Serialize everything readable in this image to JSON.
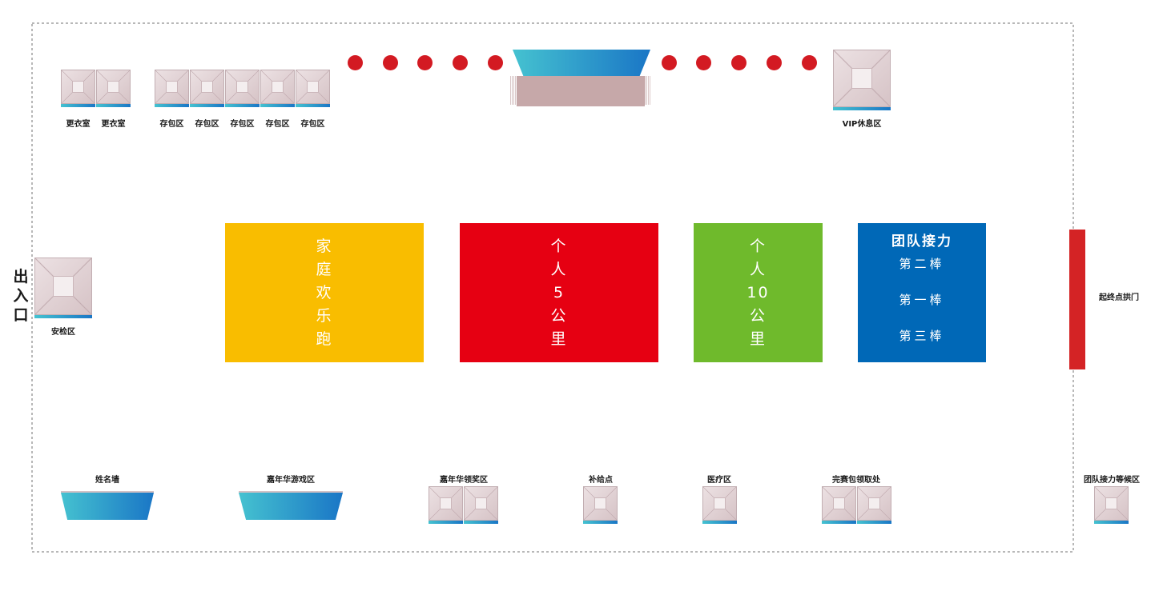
{
  "entrance_label": "出入口",
  "top_zones": {
    "changing_rooms": [
      "更衣室",
      "更衣室"
    ],
    "bag_storage": [
      "存包区",
      "存包区",
      "存包区",
      "存包区",
      "存包区"
    ],
    "vip": "VIP休息区"
  },
  "security": "安检区",
  "race_zones": {
    "family": [
      "家",
      "庭",
      "欢",
      "乐",
      "跑"
    ],
    "individual_5k": [
      "个",
      "人",
      "5",
      "公",
      "里"
    ],
    "individual_10k": [
      "个",
      "人",
      "10",
      "公",
      "里"
    ],
    "team_relay": {
      "title": "团队接力",
      "legs": [
        "第二棒",
        "第一棒",
        "第三棒"
      ]
    }
  },
  "start_finish_arch": "起终点拱门",
  "bottom_zones": {
    "name_wall": "姓名墙",
    "carnival_games": "嘉年华游戏区",
    "carnival_prizes": "嘉年华领奖区",
    "supply_point": "补给点",
    "medical": "医疗区",
    "finisher_pack": "完赛包领取处",
    "relay_waiting": "团队接力等候区"
  },
  "colors": {
    "family": "#f9bd00",
    "individual_5k": "#e60012",
    "individual_10k": "#6fba2c",
    "team_relay": "#0068b7",
    "arch": "#d42325",
    "dots": "#d31a22"
  }
}
